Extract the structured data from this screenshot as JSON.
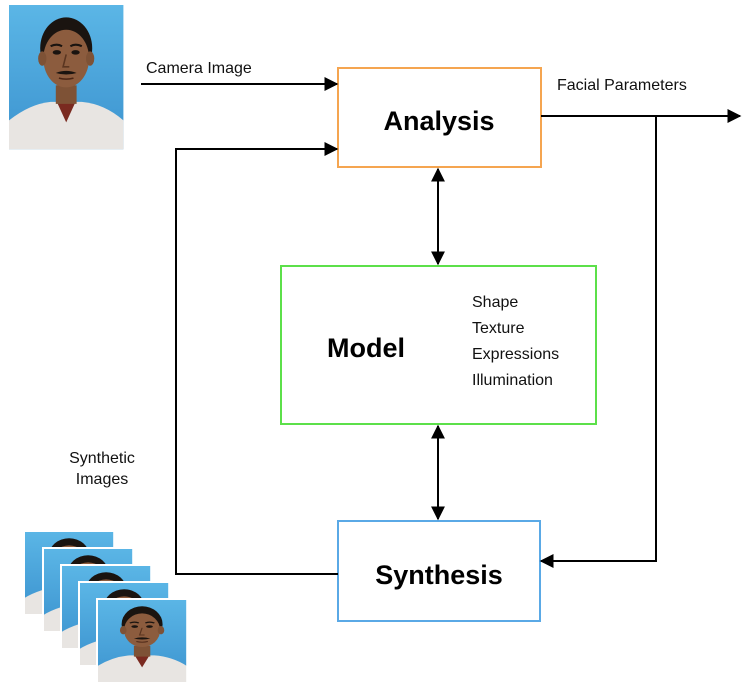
{
  "nodes": {
    "analysis": {
      "title": "Analysis",
      "border_color": "#f5a550"
    },
    "model": {
      "title": "Model",
      "border_color": "#5ce04a",
      "attributes": [
        "Shape",
        "Texture",
        "Expressions",
        "Illumination"
      ]
    },
    "synthesis": {
      "title": "Synthesis",
      "border_color": "#5aa9e6"
    }
  },
  "labels": {
    "camera_image": "Camera Image",
    "facial_parameters": "Facial Parameters",
    "synthetic_images_line1": "Synthetic",
    "synthetic_images_line2": "Images"
  },
  "images": {
    "camera_photo": "face-portrait-photo",
    "synthetic_stack": "synthetic-face-photo-stack"
  },
  "colors": {
    "photo_background": "#4aa6dc",
    "photo_shirt": "#e6e3e0",
    "photo_skin": "#8a5a3c",
    "photo_hair": "#1a1410"
  }
}
